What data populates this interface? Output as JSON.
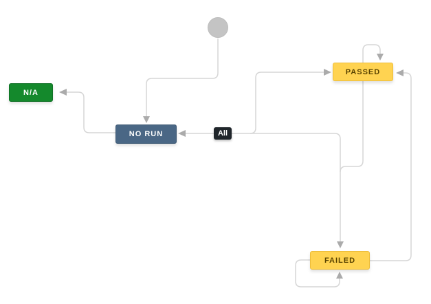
{
  "diagram": {
    "background": "#ffffff",
    "edge_color": "#d6d6d6",
    "arrowhead_color": "#ababab",
    "start_node": {
      "name": "initial-state",
      "color": "#c4c4c4"
    },
    "nodes": {
      "na": {
        "label": "N/A",
        "fill": "#14892c",
        "text_color": "#ffffff"
      },
      "no_run": {
        "label": "NO RUN",
        "fill": "#4a6785",
        "text_color": "#ffffff"
      },
      "passed": {
        "label": "PASSED",
        "fill": "#ffd351",
        "text_color": "#594300"
      },
      "failed": {
        "label": "FAILED",
        "fill": "#ffd351",
        "text_color": "#594300"
      }
    },
    "labels": {
      "all": {
        "text": "All",
        "fill": "#20262b",
        "text_color": "#ffffff"
      }
    },
    "edges": [
      {
        "from": "start",
        "to": "no_run"
      },
      {
        "from": "no_run",
        "to": "na"
      },
      {
        "from": "all_statuses",
        "to": "no_run",
        "label": "All"
      },
      {
        "from": "no_run",
        "to": "passed"
      },
      {
        "from": "no_run",
        "to": "failed"
      },
      {
        "from": "passed",
        "to": "passed"
      },
      {
        "from": "passed",
        "to": "failed"
      },
      {
        "from": "failed",
        "to": "passed"
      },
      {
        "from": "failed",
        "to": "failed"
      }
    ]
  }
}
